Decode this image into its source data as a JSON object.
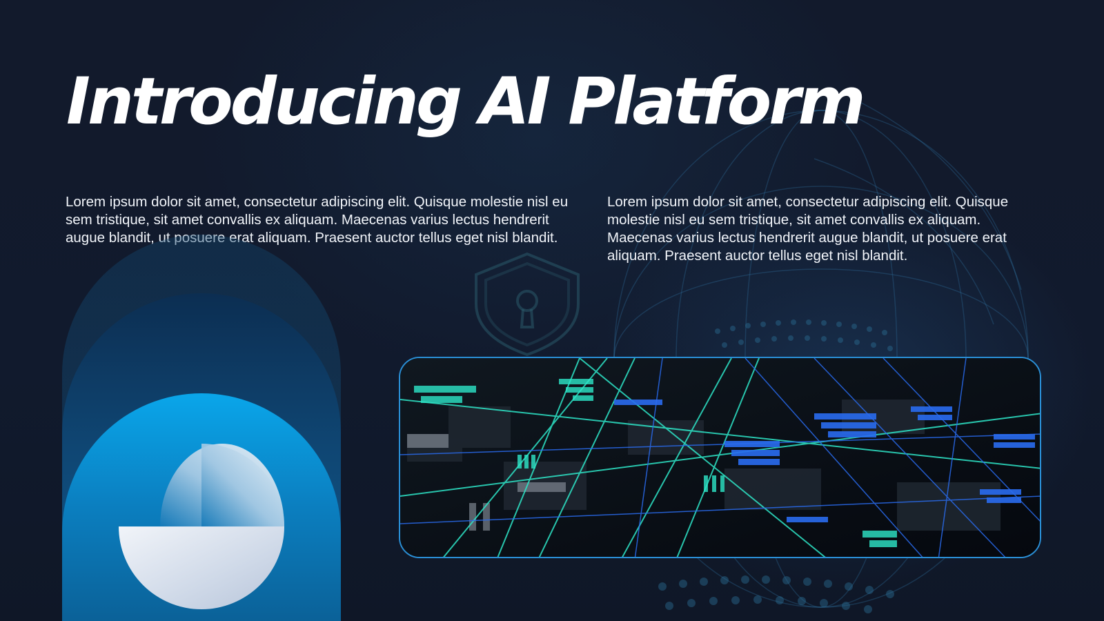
{
  "slide": {
    "title": "Introducing AI Platform",
    "body_left": "Lorem ipsum dolor sit amet, consectetur adipiscing elit. Quisque molestie nisl eu sem tristique, sit amet convallis ex aliquam. Maecenas varius lectus hendrerit augue blandit, ut posuere erat aliquam. Praesent auctor tellus eget nisl blandit.",
    "body_right": "Lorem ipsum dolor sit amet, consectetur adipiscing elit. Quisque molestie nisl eu sem tristique, sit amet convallis ex aliquam. Maecenas varius lectus hendrerit augue blandit, ut posuere erat aliquam. Praesent auctor tellus eget nisl blandit."
  },
  "decor": {
    "background_icon": "shield-lock-icon",
    "image_subject": "circuit-board-image"
  },
  "colors": {
    "background": "#111a2d",
    "title": "#ffffff",
    "accent_blue": "#0aa6ea",
    "image_border": "#2a8fd6",
    "circuit_teal": "#2ee6c8",
    "circuit_blue": "#2a6cf0"
  }
}
